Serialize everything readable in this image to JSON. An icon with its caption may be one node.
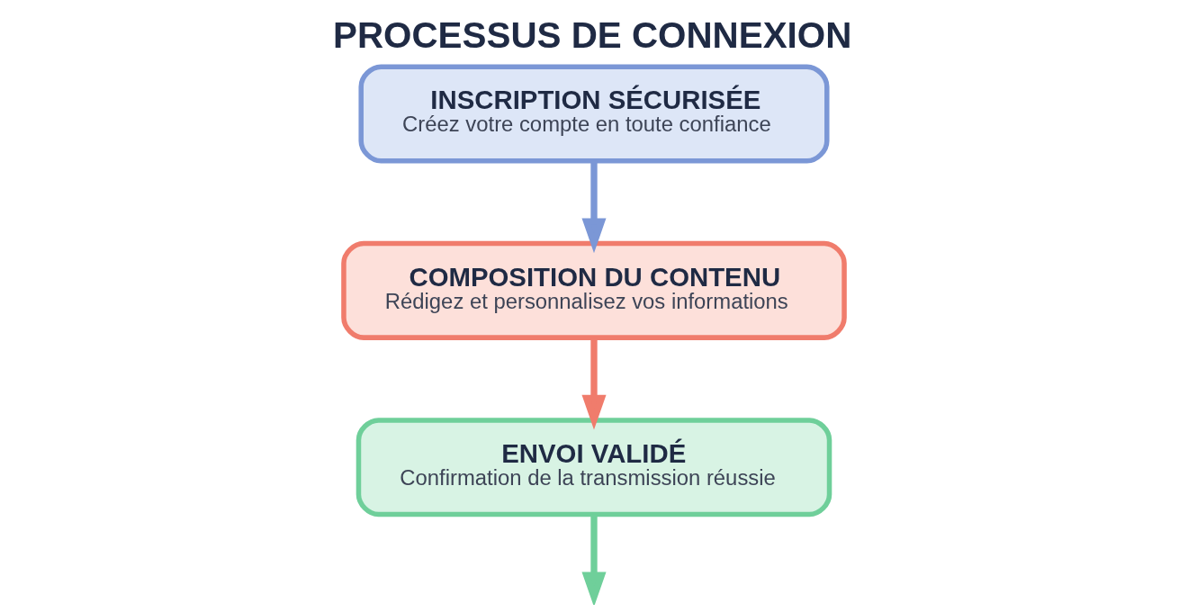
{
  "diagram": {
    "title": "PROCESSUS DE CONNEXION",
    "nodes": [
      {
        "text": [
          "INSCRIPTION SÉCURISÉE",
          "Créez votre compte en toute confiance"
        ]
      },
      {
        "text": [
          "COMPOSITION DU CONTENU",
          "Rédigez et personnalisez vos informations"
        ]
      },
      {
        "text": [
          "ENVOI VALIDÉ",
          "Confirmation de la transmission réussie"
        ]
      }
    ],
    "edges": [
      {
        "from": 0,
        "to": 1,
        "arrow": "to",
        "color": "#7b97d6"
      },
      {
        "from": 1,
        "to": 2,
        "arrow": "to",
        "color": "#f07c6c"
      },
      {
        "from": 2,
        "to": null,
        "arrow": "to",
        "color": "#6fcf9a"
      }
    ]
  }
}
